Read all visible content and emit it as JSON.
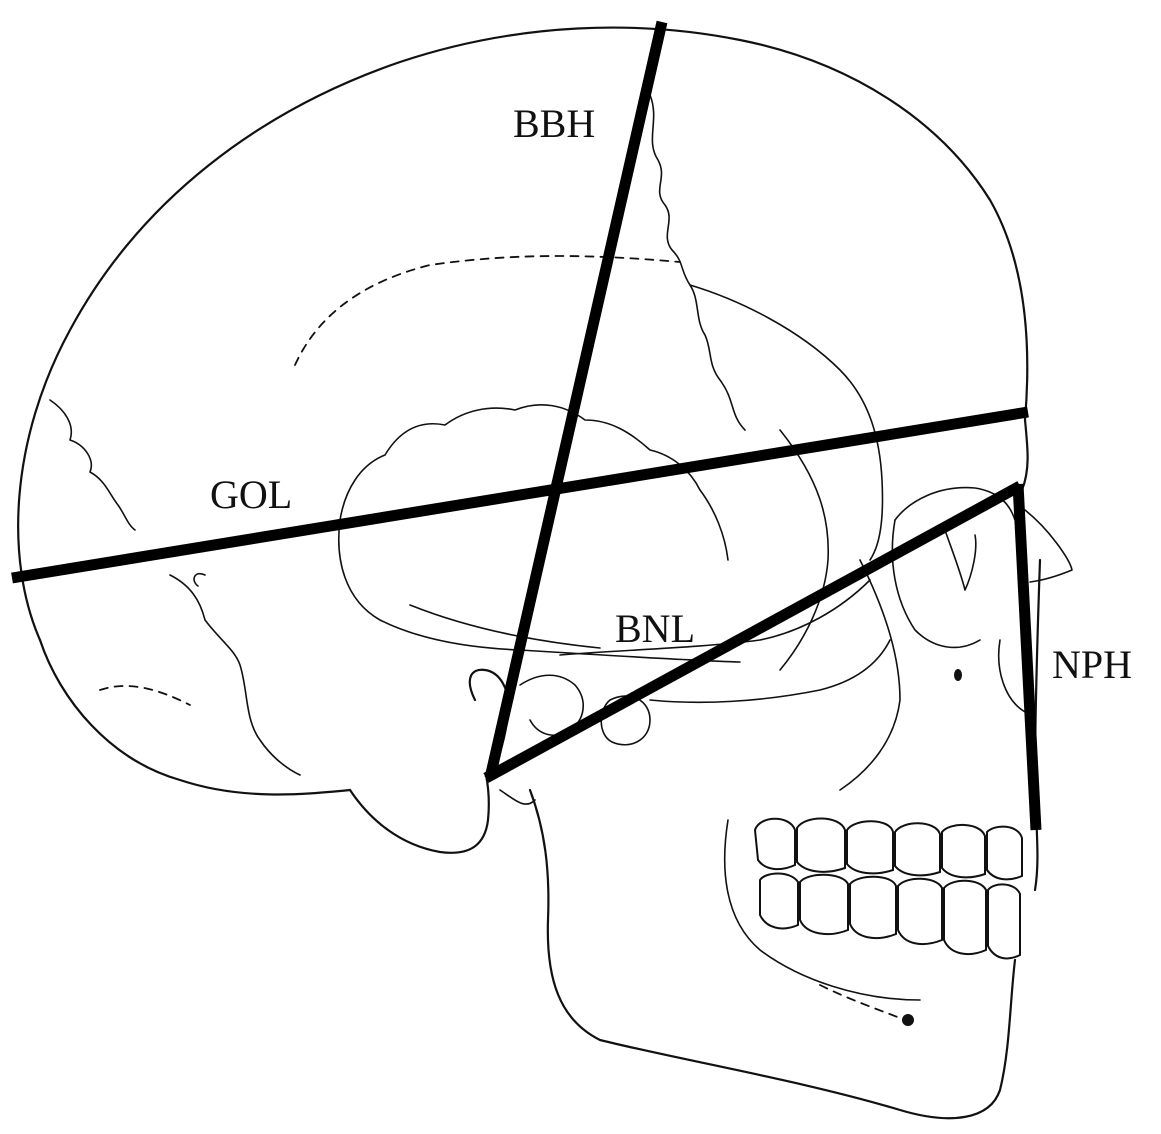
{
  "labels": {
    "bbh": "BBH",
    "gol": "GOL",
    "bnl": "BNL",
    "nph": "NPH"
  },
  "colors": {
    "measurement_lines": "#000000",
    "drawing": "#111111",
    "background": "#ffffff"
  }
}
